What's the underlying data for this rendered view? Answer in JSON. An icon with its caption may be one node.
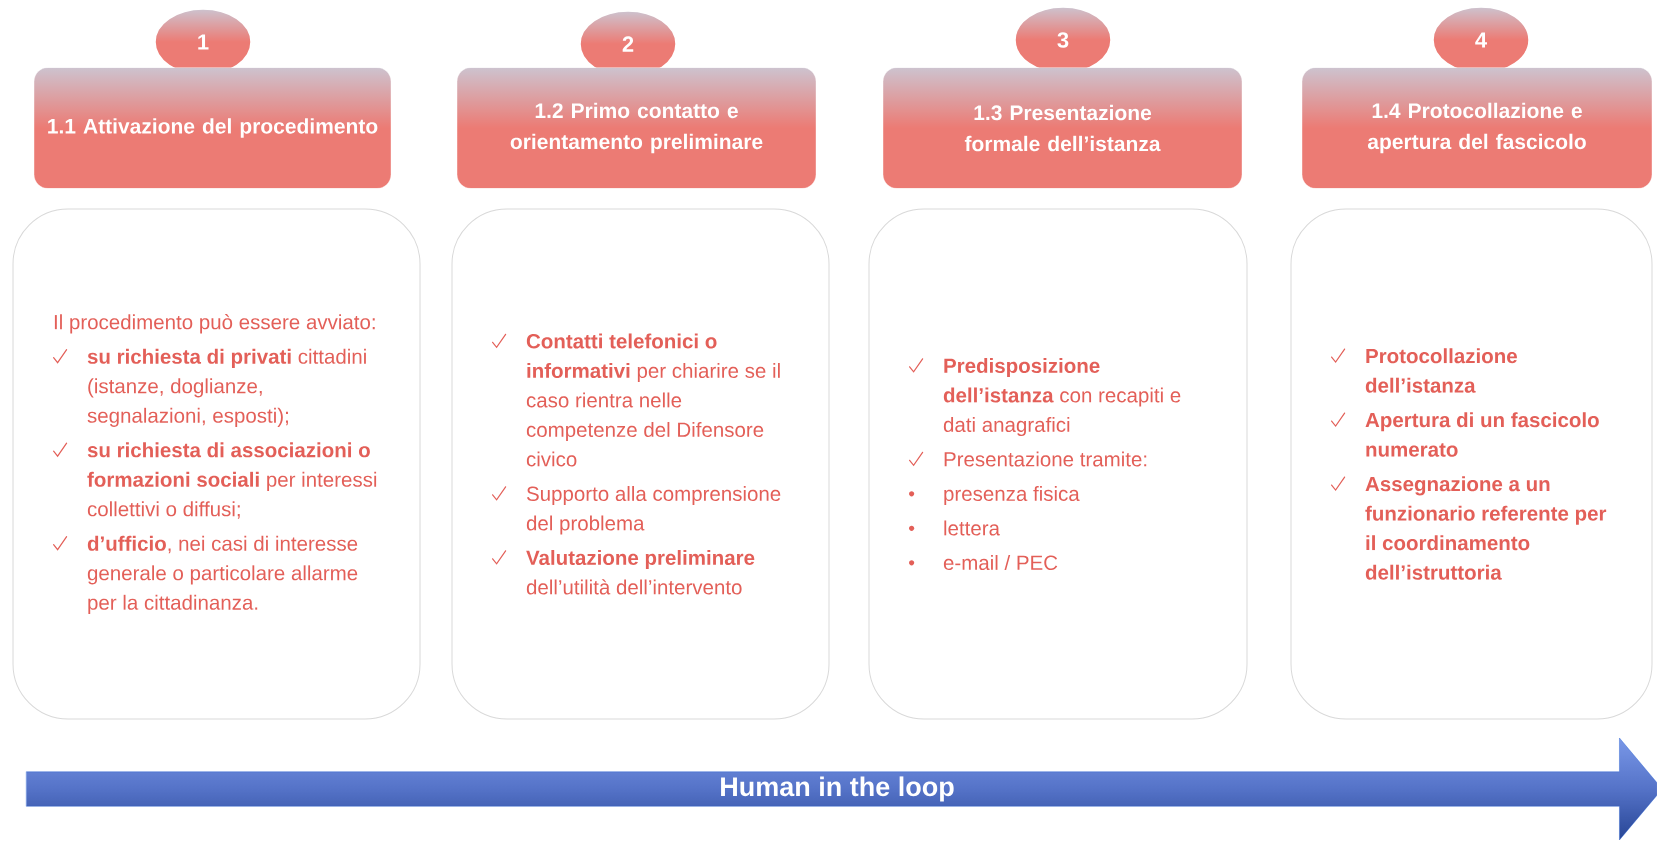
{
  "diagram": {
    "nodes": [
      {
        "text": [
          "1"
        ]
      },
      {
        "text": [
          "1.1 Attivazione del procedimento"
        ]
      },
      {
        "text": [
          "Il procedimento può essere avviato:",
          "**su richiesta di privati** cittadini (istanze, doglianze, segnalazioni, esposti);",
          "**su richiesta di associazioni o formazioni sociali** per interessi collettivi o diffusi;",
          "**d’ufficio**, nei casi di interesse generale o particolare allarme per la cittadinanza."
        ]
      },
      {
        "text": [
          "2"
        ]
      },
      {
        "text": [
          "1.2 Primo contatto e orientamento preliminare"
        ]
      },
      {
        "text": [
          "**Contatti telefonici o informativi** per chiarire se il caso rientra nelle competenze del Difensore civico",
          "Supporto alla comprensione del problema",
          "**Valutazione preliminare** dell’utilità dell’intervento"
        ]
      },
      {
        "text": [
          "3"
        ]
      },
      {
        "text": [
          "1.3 Presentazione formale dell’istanza"
        ]
      },
      {
        "text": [
          "**Predisposizione dell’istanza** con recapiti e dati anagrafici",
          "Presentazione tramite:",
          "presenza fisica",
          "lettera",
          "e-mail / PEC"
        ]
      },
      {
        "text": [
          "4"
        ]
      },
      {
        "text": [
          "1.4 Protocollazione e apertura del fascicolo"
        ]
      },
      {
        "text": [
          "Protocollazione dell’istanza",
          "Apertura di un fascicolo numerato",
          "Assegnazione a un funzionario referente per il coordinamento dell’istruttoria"
        ]
      },
      {
        "text": [
          "Human in the loop"
        ]
      }
    ]
  }
}
